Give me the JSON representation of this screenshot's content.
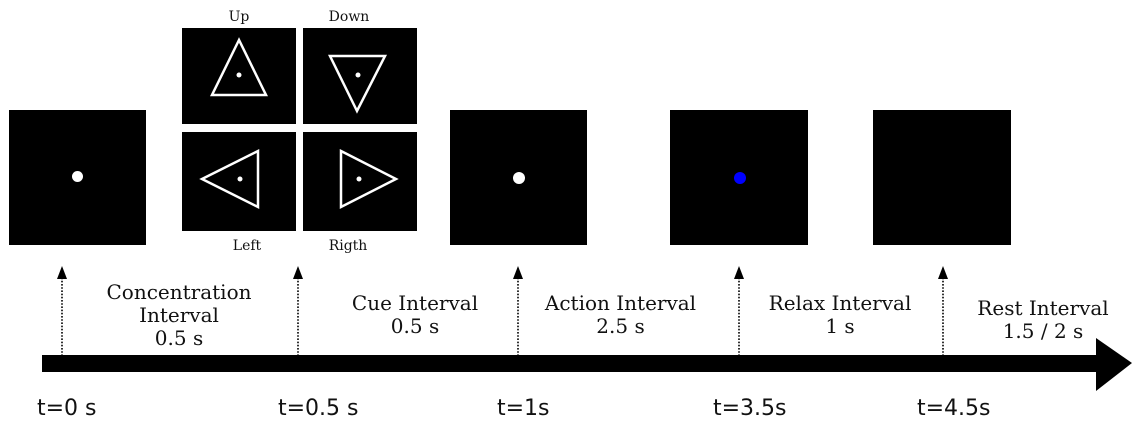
{
  "cue_labels": {
    "up": "Up",
    "down": "Down",
    "left": "Left",
    "right": "Rigth"
  },
  "intervals": [
    {
      "line1": "Concentration",
      "line2": "Interval",
      "line3": "0.5 s"
    },
    {
      "line1": "Cue Interval",
      "line2": "0.5 s"
    },
    {
      "line1": "Action Interval",
      "line2": "2.5 s"
    },
    {
      "line1": "Relax Interval",
      "line2": "1 s"
    },
    {
      "line1": "Rest Interval",
      "line2": "1.5 / 2 s"
    }
  ],
  "times": [
    "t=0 s",
    "t=0.5 s",
    "t=1s",
    "t=3.5s",
    "t=4.5s"
  ],
  "colors": {
    "fixation": "#ffffff",
    "action_dot": "#0000ff",
    "screen": "#000000"
  }
}
